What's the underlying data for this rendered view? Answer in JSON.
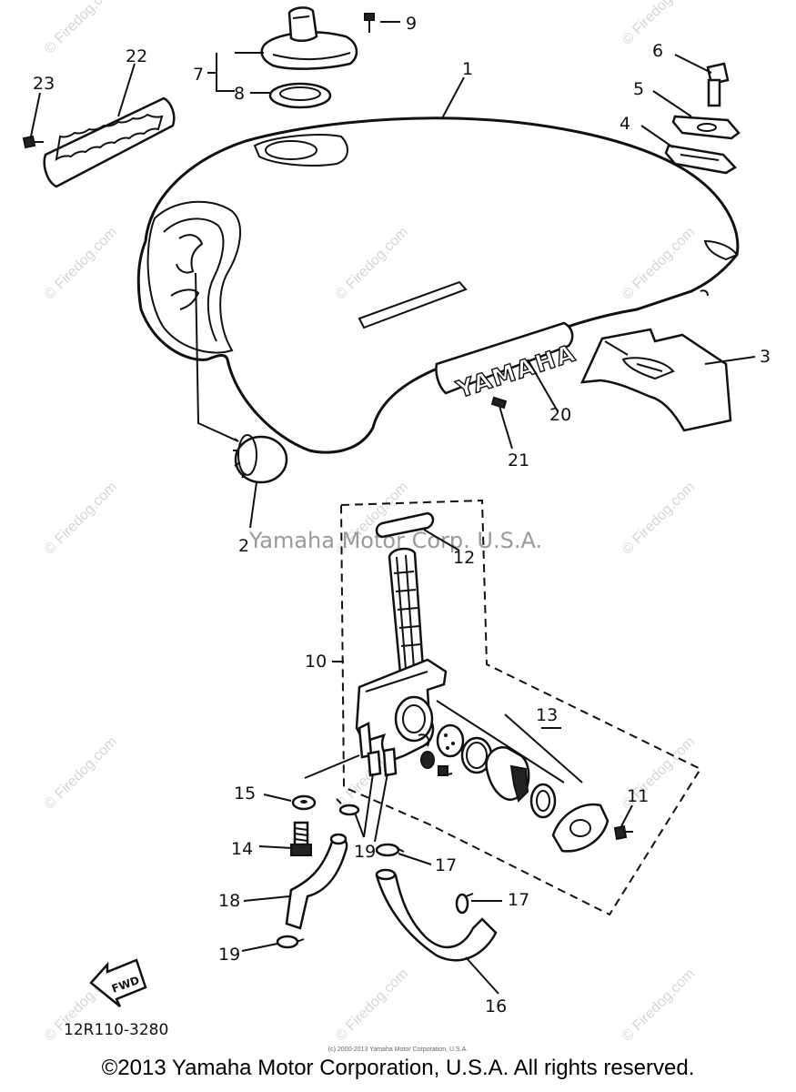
{
  "diagram": {
    "center_watermark": "Yamaha Motor Corp. U.S.A.",
    "watermark_text": "© Firedog.com",
    "yamaha_emblem": "YAMAHA",
    "fwd_label": "FWD",
    "diagram_code": "12R110-3280",
    "tiny_note": "(c) 2000-2013 Yamaha Motor Corporation, U.S.A.",
    "copyright": "©2013 Yamaha Motor Corporation, U.S.A. All rights reserved."
  },
  "callouts": {
    "c1": "1",
    "c2": "2",
    "c3": "3",
    "c4": "4",
    "c5": "5",
    "c6": "6",
    "c7": "7",
    "c8": "8",
    "c9": "9",
    "c10": "10",
    "c11": "11",
    "c12": "12",
    "c13": "13",
    "c14": "14",
    "c15": "15",
    "c16": "16",
    "c17a": "17",
    "c17b": "17",
    "c18": "18",
    "c19a": "19",
    "c19b": "19",
    "c20": "20",
    "c21": "21",
    "c22": "22",
    "c23": "23"
  }
}
